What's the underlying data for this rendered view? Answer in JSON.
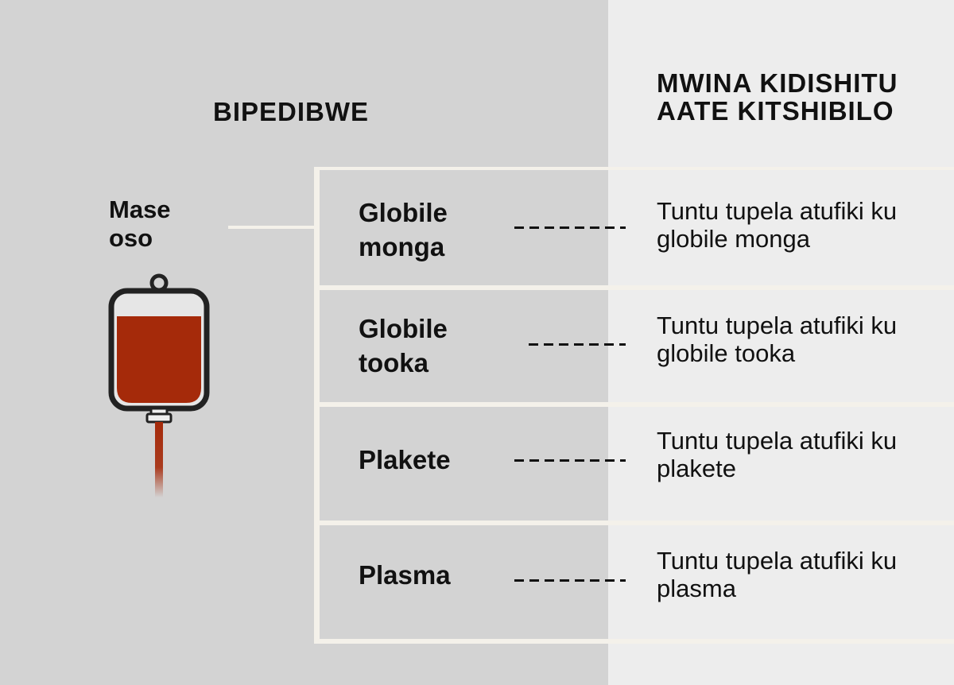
{
  "headers": {
    "left": "BIPEDIBWE",
    "right": "MWINA KIDISHITU AATE KITSHIBILO"
  },
  "source": {
    "label": "Mase oso",
    "icon": "blood-bag-icon"
  },
  "rows": [
    {
      "component": "Globile monga",
      "description": "Tuntu tupela atufiki ku globile monga"
    },
    {
      "component": "Globile tooka",
      "description": "Tuntu tupela atufiki ku globile tooka"
    },
    {
      "component": "Plakete",
      "description": "Tuntu tupela atufiki ku plakete"
    },
    {
      "component": "Plasma",
      "description": "Tuntu tupela atufiki ku plasma"
    }
  ],
  "colors": {
    "left_panel": "#d3d3d3",
    "right_panel": "#ededed",
    "lines": "#f4f1ea",
    "blood": "#a52a0a",
    "outline": "#222222"
  }
}
